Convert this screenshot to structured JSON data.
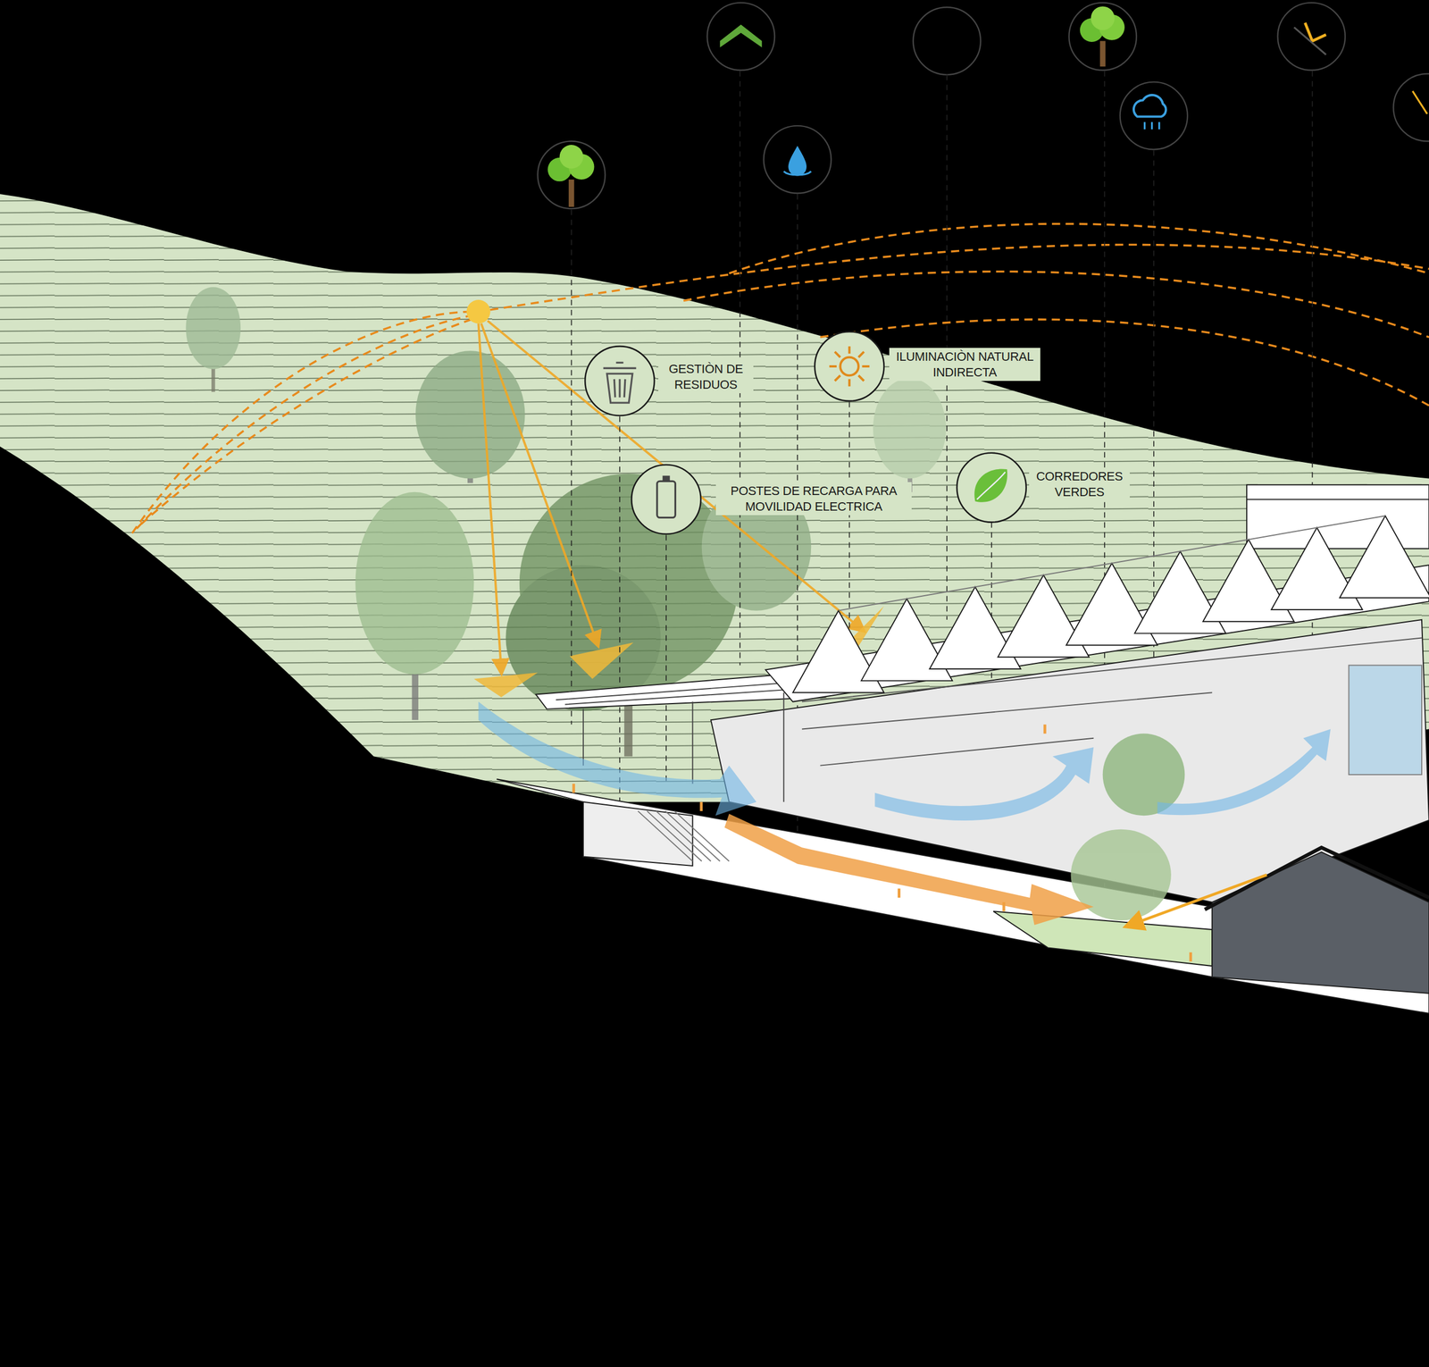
{
  "diagram": {
    "labels": [
      "GESTIÒN DE RESIDUOS",
      "ILUMINACIÒN NATURAL INDIRECTA",
      "POSTES DE RECARGA PARA MOVILIDAD ELECTRICA",
      "CORREDORES VERDES"
    ]
  }
}
